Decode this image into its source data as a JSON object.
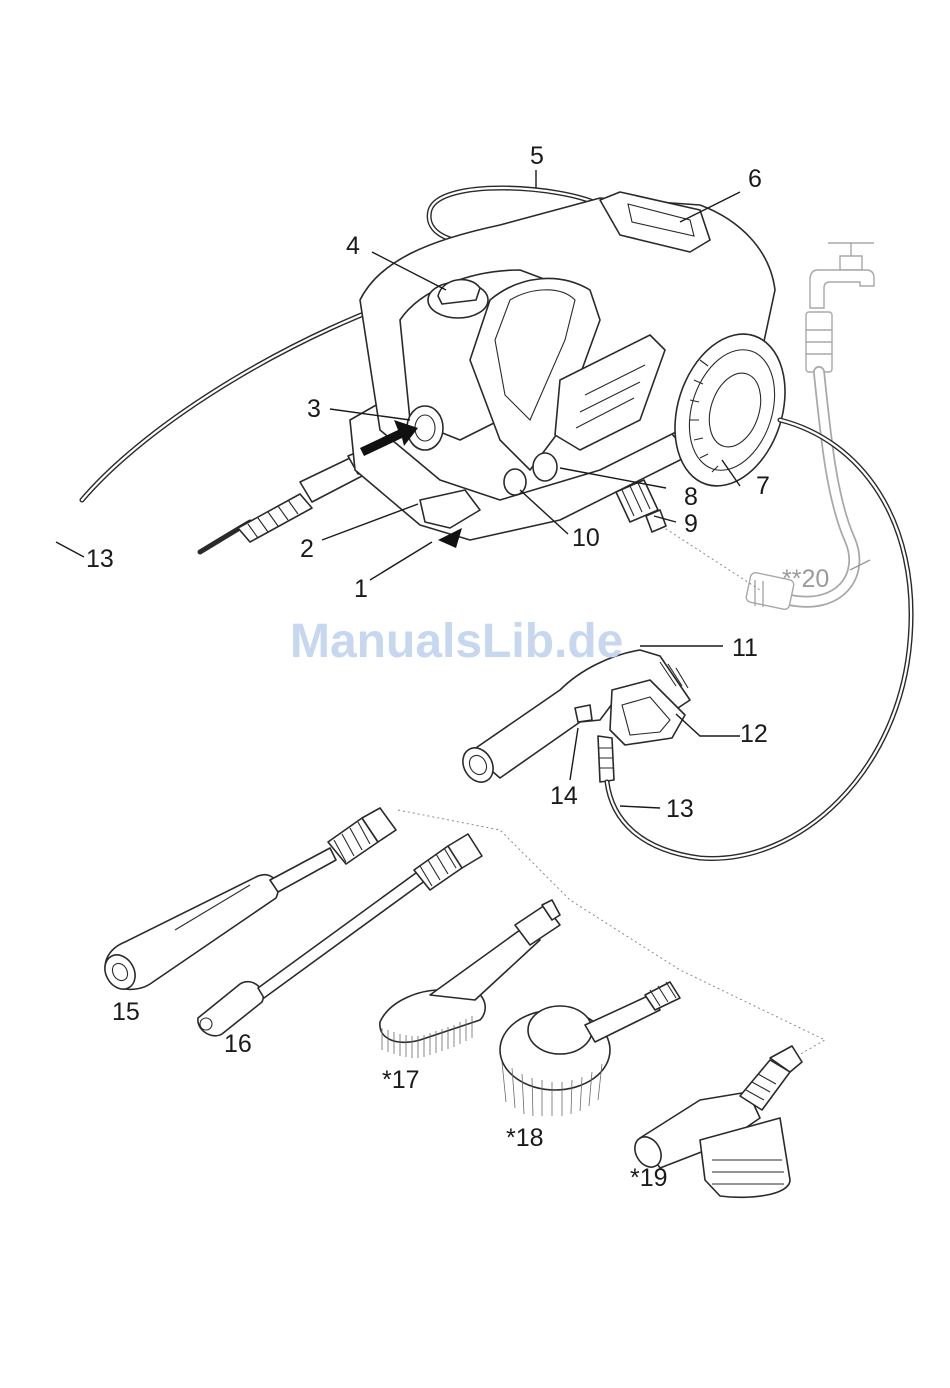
{
  "watermark": "ManualsLib.de",
  "callouts": [
    {
      "id": "c1",
      "text": "1"
    },
    {
      "id": "c2",
      "text": "2"
    },
    {
      "id": "c3",
      "text": "3"
    },
    {
      "id": "c4",
      "text": "4"
    },
    {
      "id": "c5",
      "text": "5"
    },
    {
      "id": "c6",
      "text": "6"
    },
    {
      "id": "c7",
      "text": "7"
    },
    {
      "id": "c8",
      "text": "8"
    },
    {
      "id": "c9",
      "text": "9"
    },
    {
      "id": "c10",
      "text": "10"
    },
    {
      "id": "c11",
      "text": "11"
    },
    {
      "id": "c12",
      "text": "12"
    },
    {
      "id": "c13a",
      "text": "13"
    },
    {
      "id": "c13b",
      "text": "13"
    },
    {
      "id": "c14",
      "text": "14"
    },
    {
      "id": "c15",
      "text": "15"
    },
    {
      "id": "c16",
      "text": "16"
    },
    {
      "id": "c17",
      "text": "*17"
    },
    {
      "id": "c18",
      "text": "*18"
    },
    {
      "id": "c19",
      "text": "*19"
    },
    {
      "id": "c20",
      "text": "**20"
    }
  ],
  "colors": {
    "line": "#2a2a2a",
    "optional_part": "#a8a8a8",
    "watermark": "#c6d7ef"
  }
}
